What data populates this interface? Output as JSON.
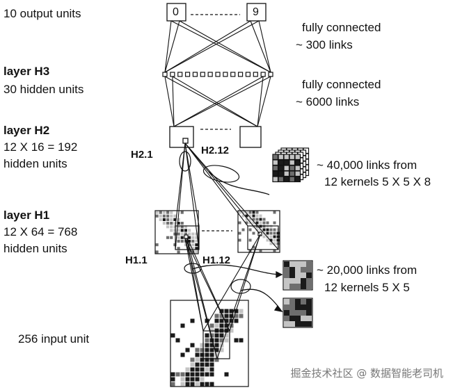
{
  "labels": {
    "output_units": "10 output units",
    "output_first": "0",
    "output_last": "9",
    "fc1_title": "fully connected",
    "fc1_links": "~ 300 links",
    "fc2_title": "fully connected",
    "fc2_links": "~ 6000 links",
    "h3_name": "layer H3",
    "h3_units": "30 hidden units",
    "h2_name": "layer H2",
    "h2_calc": "12 X 16 = 192",
    "h2_units": "hidden units",
    "h2_1": "H2.1",
    "h2_12": "H2.12",
    "k2_links": "~ 40,000 links from",
    "k2_kernels": "12 kernels 5 X 5 X 8",
    "h1_name": "layer H1",
    "h1_calc": "12 X 64 = 768",
    "h1_units": "hidden units",
    "h1_1": "H1.1",
    "h1_12": "H1.12",
    "k1_links": "~ 20,000 links from",
    "k1_kernels": "12 kernels 5 X 5",
    "input_units": "256 input unit"
  },
  "watermark": "掘金技术社区 @ 数据智能老司机",
  "colors": {
    "ink": "#111111",
    "pixel_dark": "#1a1a1a",
    "pixel_mid": "#6e6e6e",
    "pixel_light": "#c4c4c4"
  }
}
